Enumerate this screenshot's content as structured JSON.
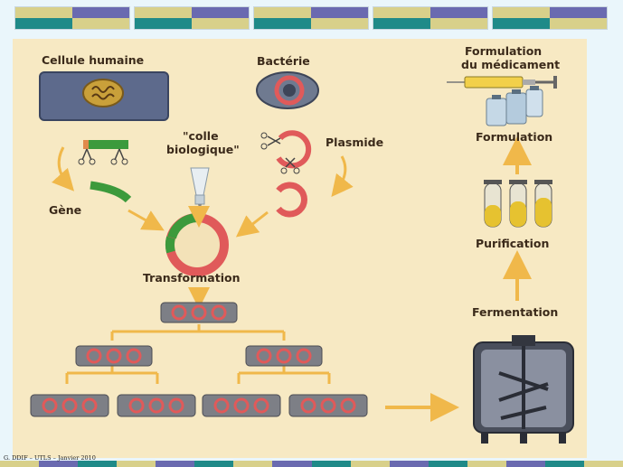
{
  "labels": {
    "human_cell": "Cellule humaine",
    "bacterium": "Bactérie",
    "formulation_title_1": "Formulation",
    "formulation_title_2": "du médicament",
    "glue_1": "\"colle",
    "glue_2": "biologique\"",
    "plasmid": "Plasmide",
    "formulation": "Formulation",
    "gene": "Gène",
    "purification": "Purification",
    "transformation": "Transformation",
    "fermentation": "Fermentation"
  },
  "credit": "G. DDIF – UTLS – Janvier 2010",
  "colors": {
    "background": "#eaf6fb",
    "diagram_background": "#f7e9c3",
    "arrow": "#f0b84a",
    "gene_green": "#3c9a3c",
    "plasmid_red": "#e05a5a",
    "cell_blue": "#5d6a8c",
    "banner_yellow": "#d8d08a",
    "banner_purple": "#6a6ab0",
    "banner_teal": "#1f8a88"
  }
}
